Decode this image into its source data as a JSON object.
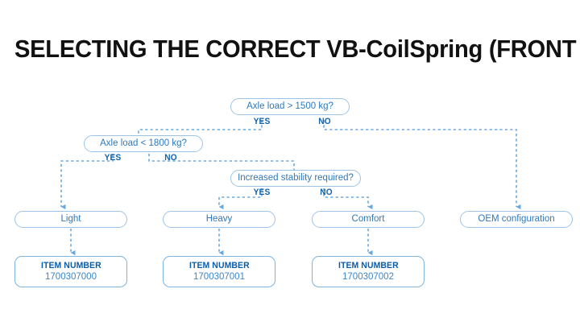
{
  "page": {
    "title": "SELECTING THE CORRECT VB-CoilSpring (FRONT AXLE)",
    "background": "#ffffff"
  },
  "colors": {
    "title_text": "#111111",
    "node_border": "#9dc4e6",
    "node_text": "#2f78bc",
    "branch_label": "#0f62ad",
    "item_title": "#0b5cab",
    "item_value": "#3b86c6",
    "connector": "#6aa9dd"
  },
  "flowchart": {
    "type": "decision-tree",
    "decisions": [
      {
        "id": "d1",
        "label": "Axle load > 1500 kg?",
        "yes_label": "YES",
        "no_label": "NO"
      },
      {
        "id": "d2",
        "label": "Axle load < 1800 kg?",
        "yes_label": "YES",
        "no_label": "NO"
      },
      {
        "id": "d3",
        "label": "Increased stability required?",
        "yes_label": "YES",
        "no_label": "NO"
      }
    ],
    "results": [
      {
        "id": "r1",
        "label": "Light"
      },
      {
        "id": "r2",
        "label": "Heavy"
      },
      {
        "id": "r3",
        "label": "Comfort"
      },
      {
        "id": "r4",
        "label": "OEM configuration"
      }
    ],
    "items": [
      {
        "id": "i1",
        "title": "ITEM NUMBER",
        "value": "1700307000"
      },
      {
        "id": "i2",
        "title": "ITEM NUMBER",
        "value": "1700307001"
      },
      {
        "id": "i3",
        "title": "ITEM NUMBER",
        "value": "1700307002"
      }
    ],
    "edges": [
      {
        "from": "d1",
        "branch": "YES",
        "to": "d2"
      },
      {
        "from": "d1",
        "branch": "NO",
        "to": "r4"
      },
      {
        "from": "d2",
        "branch": "YES",
        "to": "r1"
      },
      {
        "from": "d2",
        "branch": "NO",
        "to": "d3"
      },
      {
        "from": "d3",
        "branch": "YES",
        "to": "r2"
      },
      {
        "from": "d3",
        "branch": "NO",
        "to": "r3"
      },
      {
        "from": "r1",
        "branch": "",
        "to": "i1"
      },
      {
        "from": "r2",
        "branch": "",
        "to": "i2"
      },
      {
        "from": "r3",
        "branch": "",
        "to": "i3"
      }
    ]
  }
}
